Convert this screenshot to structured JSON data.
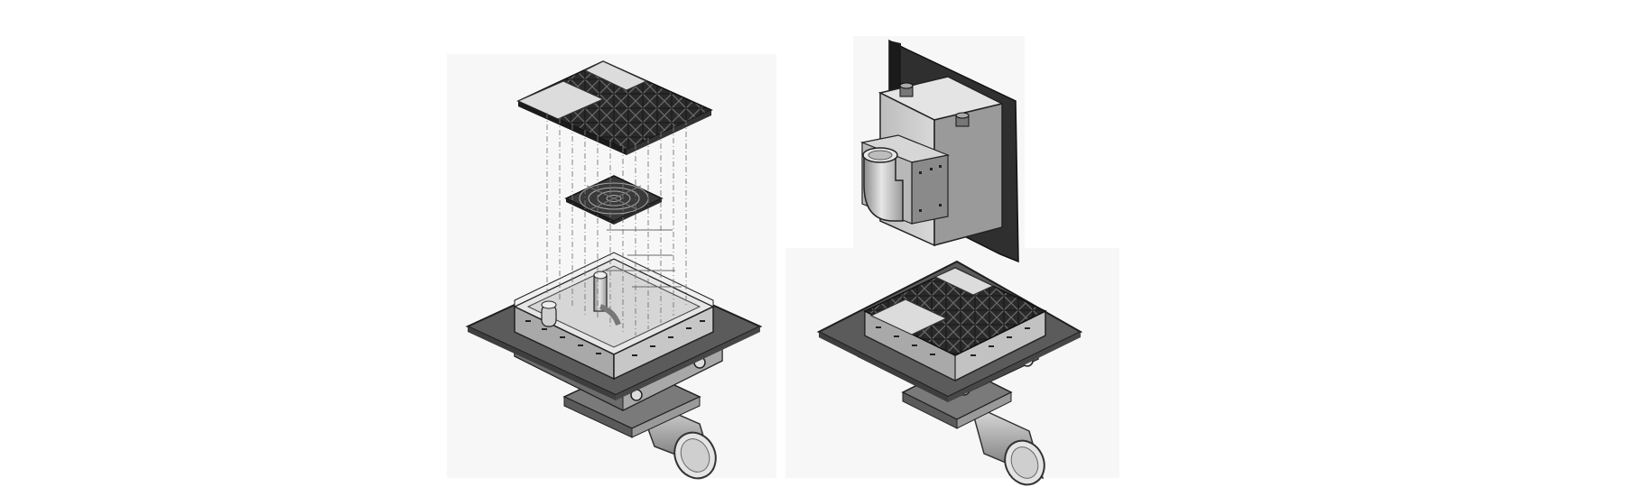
{
  "colors": {
    "background": "#ffffff",
    "panel": "#f7f7f7",
    "flange": "#5b5b5b",
    "box_side": "#8a8a8a",
    "steel_light": "#c4c4c4",
    "grate_dark": "#262626",
    "plate_light": "#e8e8e8",
    "pipe": "#b9b9b9",
    "wall": "#2f2f2f",
    "leader_line": "#6a6a6a"
  },
  "illustrations": [
    {
      "id": "exploded-drain-assembly",
      "icon": "exploded-view-icon"
    },
    {
      "id": "wall-mounted-drain-box",
      "icon": "wall-box-icon"
    },
    {
      "id": "assembled-floor-drain",
      "icon": "assembled-drain-icon"
    }
  ]
}
